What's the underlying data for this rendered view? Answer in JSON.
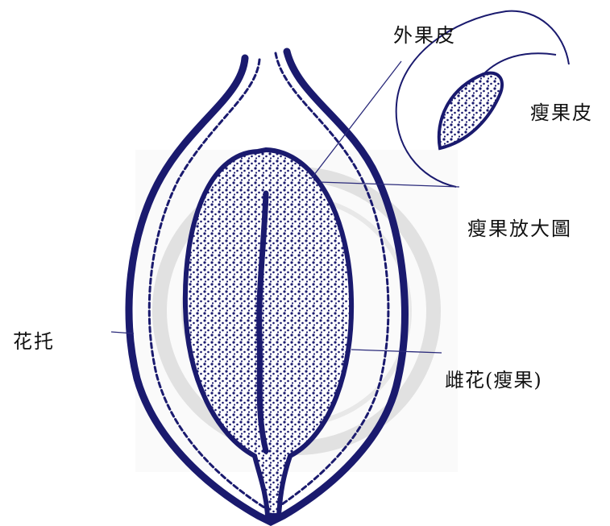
{
  "labels": {
    "exocarp": "外果皮",
    "achene_skin": "瘦果皮",
    "achene_enlarged": "瘦果放大圖",
    "receptacle": "花托",
    "pistil_achene": "雌花(瘦果)"
  },
  "colors": {
    "ink": "#1a1a6e",
    "watermark": "#c9c9c9",
    "leader": "#2a2a7a"
  }
}
